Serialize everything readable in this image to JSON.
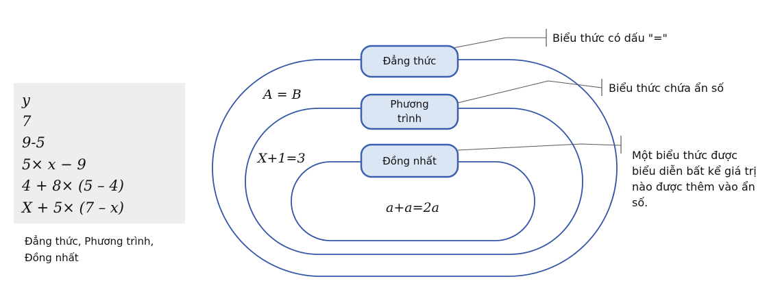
{
  "examples": [
    "y",
    "7",
    "9-5",
    "5× x  − 9",
    "4 + 8× (5 – 4)",
    "X + 5× (7 – x)"
  ],
  "caption": [
    "Đẳng thức, Phương trình,",
    "Đồng nhất"
  ],
  "pills": {
    "dang_thuc": "Đẳng thức",
    "phuong_trinh_1": "Phương",
    "phuong_trinh_2": "trình",
    "dong_nhat": "Đồng nhất"
  },
  "inner_examples": {
    "outer": "A = B",
    "middle": "X+1=3",
    "inner": "a+a=2a"
  },
  "callouts": {
    "dang_thuc": "Biểu thức có dấu \"=\"",
    "phuong_trinh": "Biểu thức chứa ẩn số",
    "dong_nhat": [
      "Một biểu thức được",
      "biểu diễn bất kể giá trị",
      "nào được thêm vào ẩn",
      "số."
    ]
  },
  "colors": {
    "ring": "#3355a8",
    "pill_fill": "#dbe6f5",
    "pill_stroke": "#3a5fb0",
    "panel": "#eeeeee",
    "leader": "#555555"
  }
}
